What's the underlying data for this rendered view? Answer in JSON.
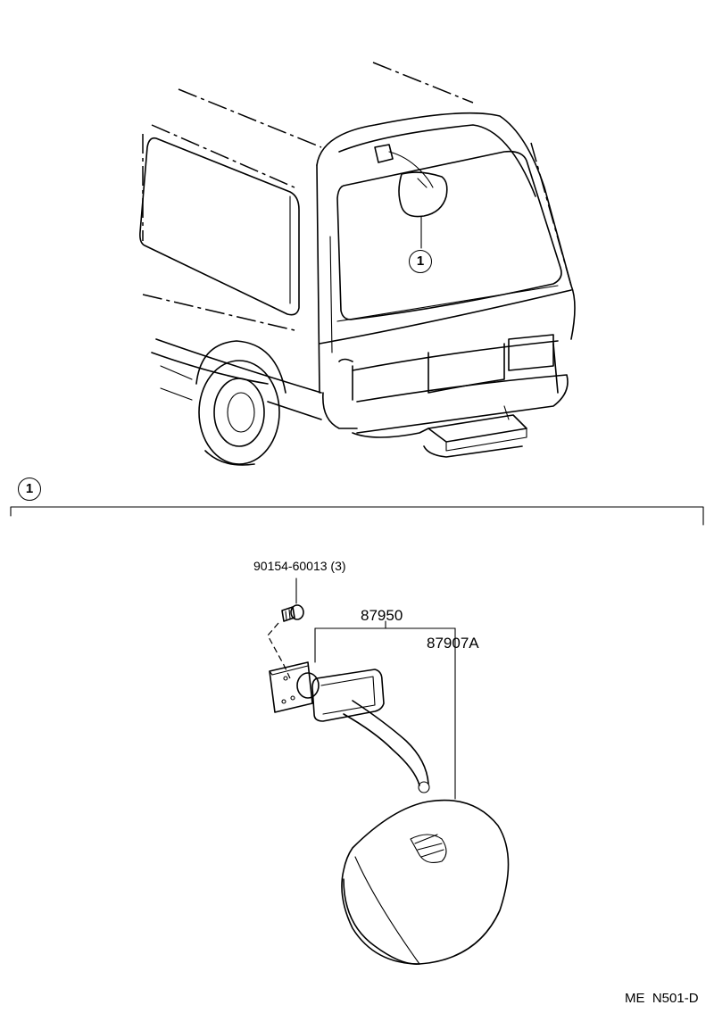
{
  "callouts": {
    "vehicle_callout": "1",
    "section_callout": "1"
  },
  "parts": {
    "screw_part_no": "90154-60013 (3)",
    "mirror_assembly_no": "87950",
    "mirror_outer_no": "87907A"
  },
  "footer": {
    "figure_code": "ME  N501-D"
  },
  "icons": [
    "van-rear-view-illustration",
    "mirror-assembly-illustration",
    "screw-icon"
  ],
  "colors": {
    "ink": "#000000",
    "paper": "#ffffff"
  }
}
